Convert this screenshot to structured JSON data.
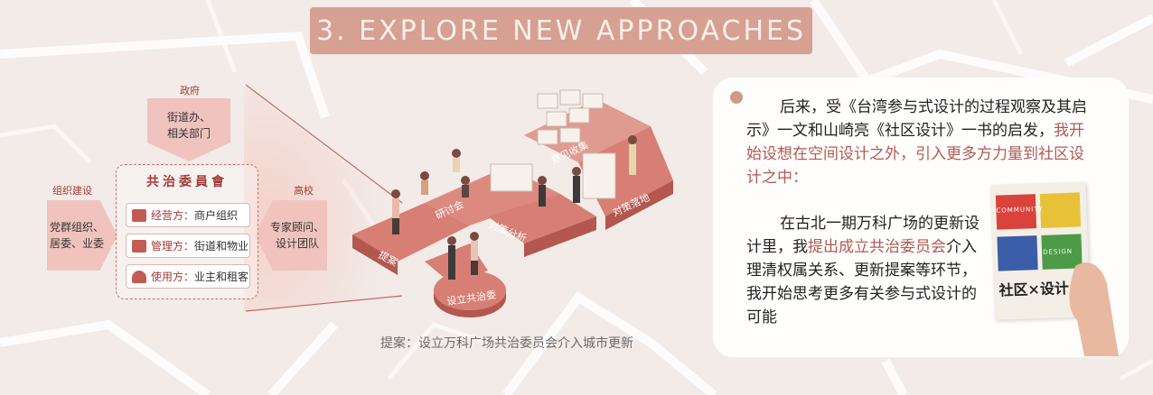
{
  "title": "3. EXPLORE NEW APPROACHES",
  "diagram": {
    "gov": {
      "label": "政府",
      "text": [
        "街道办、",
        "相关部门"
      ]
    },
    "org": {
      "label": "组织建设",
      "text": [
        "党群组织、",
        "居委、业委"
      ]
    },
    "uni": {
      "label": "高校",
      "text": [
        "专家顾问、",
        "设计团队"
      ]
    },
    "committee": {
      "title": "共治委員會",
      "roles": [
        {
          "key": "经营方：",
          "value": "商户组织"
        },
        {
          "key": "管理方：",
          "value": "街道和物业"
        },
        {
          "key": "使用方：",
          "value": "业主和租客"
        }
      ]
    },
    "steps": [
      "提案",
      "研讨会",
      "对策分析",
      "意见收集",
      "对策落地",
      "设立共治委"
    ],
    "caption": "提案：设立万科广场共治委员会介入城市更新"
  },
  "panel": {
    "p1": {
      "pre": "后来，受《台湾参与式设计的过程观察及其启示》一文和山崎亮《社区设计》一书的启发，",
      "hl": "我开始设想在空间设计之外，引入更多方力量到社区设计之中："
    },
    "p2": {
      "pre": "在古北一期万科广场的更新设计里，我",
      "hl": "提出成立共治委员会",
      "post": "介入理清权属关系、更新提案等环节，我开始思考更多有关参与式设计的可能"
    },
    "book": {
      "word1": "COMMUNITY",
      "word2": "DESIGN",
      "title": "社区×设计"
    }
  },
  "colors": {
    "background": "#f2ebe8",
    "title_bar": "#d6a092",
    "accent": "#a33a34",
    "node_fill": "#f0c3bf",
    "highlight": "#b05a52"
  }
}
